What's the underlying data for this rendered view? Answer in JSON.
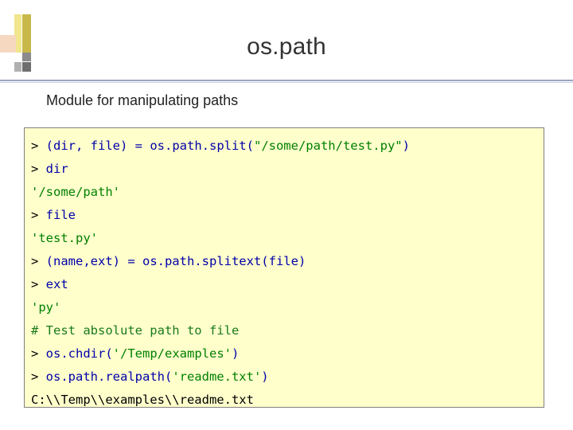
{
  "slide": {
    "title": "os.path",
    "subtitle": "Module for manipulating paths",
    "colors": {
      "code_bg": "#ffffcc",
      "code_border": "#808080",
      "rule": "#9aa3c0",
      "title_text": "#333333",
      "keyword_blue": "#0000aa",
      "string_green": "#008000",
      "comment_green": "#1a7a1a"
    },
    "code_lines": [
      {
        "id": "line-1",
        "segments": [
          {
            "text": "> ",
            "color": "black"
          },
          {
            "text": "(dir, file) = ",
            "color": "blue"
          },
          {
            "text": "os.path.split(",
            "color": "blue"
          },
          {
            "text": "\"/some/path/test.py\"",
            "color": "green"
          },
          {
            "text": ")",
            "color": "blue"
          }
        ],
        "plain": "> (dir, file) = os.path.split(\"/some/path/test.py\")"
      },
      {
        "id": "line-2",
        "segments": [
          {
            "text": "> ",
            "color": "black"
          },
          {
            "text": "dir",
            "color": "blue"
          }
        ],
        "plain": "> dir"
      },
      {
        "id": "line-3",
        "segments": [
          {
            "text": "'/some/path'",
            "color": "green"
          }
        ],
        "plain": "'/some/path'"
      },
      {
        "id": "line-4",
        "segments": [
          {
            "text": "> ",
            "color": "black"
          },
          {
            "text": "file",
            "color": "blue"
          }
        ],
        "plain": "> file"
      },
      {
        "id": "line-5",
        "segments": [
          {
            "text": "'test.py'",
            "color": "green"
          }
        ],
        "plain": "'test.py'"
      },
      {
        "id": "line-6",
        "segments": [
          {
            "text": "> ",
            "color": "black"
          },
          {
            "text": "(name,ext) = os.path.splitext(file)",
            "color": "blue"
          }
        ],
        "plain": "> (name,ext) = os.path.splitext(file)"
      },
      {
        "id": "line-7",
        "segments": [
          {
            "text": "> ",
            "color": "black"
          },
          {
            "text": "ext",
            "color": "blue"
          }
        ],
        "plain": "> ext"
      },
      {
        "id": "line-8",
        "segments": [
          {
            "text": "'py'",
            "color": "green"
          }
        ],
        "plain": "'py'"
      },
      {
        "id": "line-9",
        "segments": [
          {
            "text": "# Test absolute path to file",
            "color": "comment"
          }
        ],
        "plain": "# Test absolute path to file"
      },
      {
        "id": "line-10",
        "segments": [
          {
            "text": "> ",
            "color": "black"
          },
          {
            "text": "os.chdir(",
            "color": "blue"
          },
          {
            "text": "'/Temp/examples'",
            "color": "green"
          },
          {
            "text": ")",
            "color": "blue"
          }
        ],
        "plain": "> os.chdir('/Temp/examples')"
      },
      {
        "id": "line-11",
        "segments": [
          {
            "text": "> ",
            "color": "black"
          },
          {
            "text": "os.path.realpath(",
            "color": "blue"
          },
          {
            "text": "'readme.txt'",
            "color": "green"
          },
          {
            "text": ")",
            "color": "blue"
          }
        ],
        "plain": "> os.path.realpath('readme.txt')"
      },
      {
        "id": "line-12",
        "segments": [
          {
            "text": "C:\\\\Temp\\\\examples\\\\readme.txt",
            "color": "black"
          }
        ],
        "plain": "C:\\\\Temp\\\\examples\\\\readme.txt"
      }
    ]
  }
}
